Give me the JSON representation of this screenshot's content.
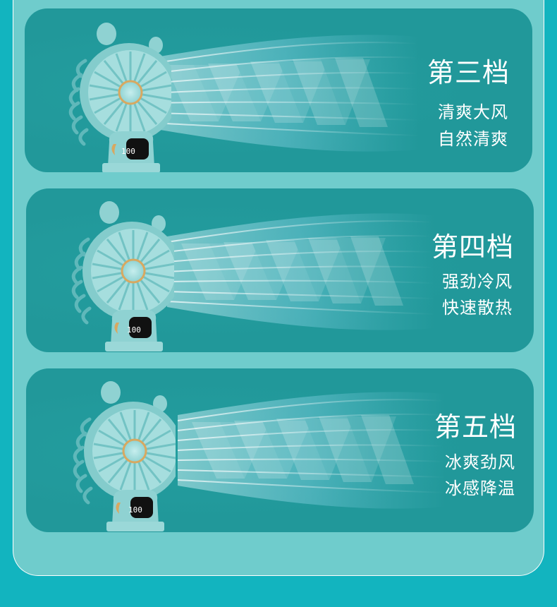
{
  "colors": {
    "background": "#12b4bf",
    "panel": "#6fcccc",
    "card": "#21989a",
    "fan_body": "#8fd4d4",
    "accent_ring": "#d8a860",
    "text": "#ffffff"
  },
  "display_value": "100",
  "cards": [
    {
      "level_title": "第三档",
      "line1": "清爽大风",
      "line2": "自然清爽"
    },
    {
      "level_title": "第四档",
      "line1": "强劲冷风",
      "line2": "快速散热"
    },
    {
      "level_title": "第五档",
      "line1": "冰爽劲风",
      "line2": "冰感降温"
    }
  ]
}
